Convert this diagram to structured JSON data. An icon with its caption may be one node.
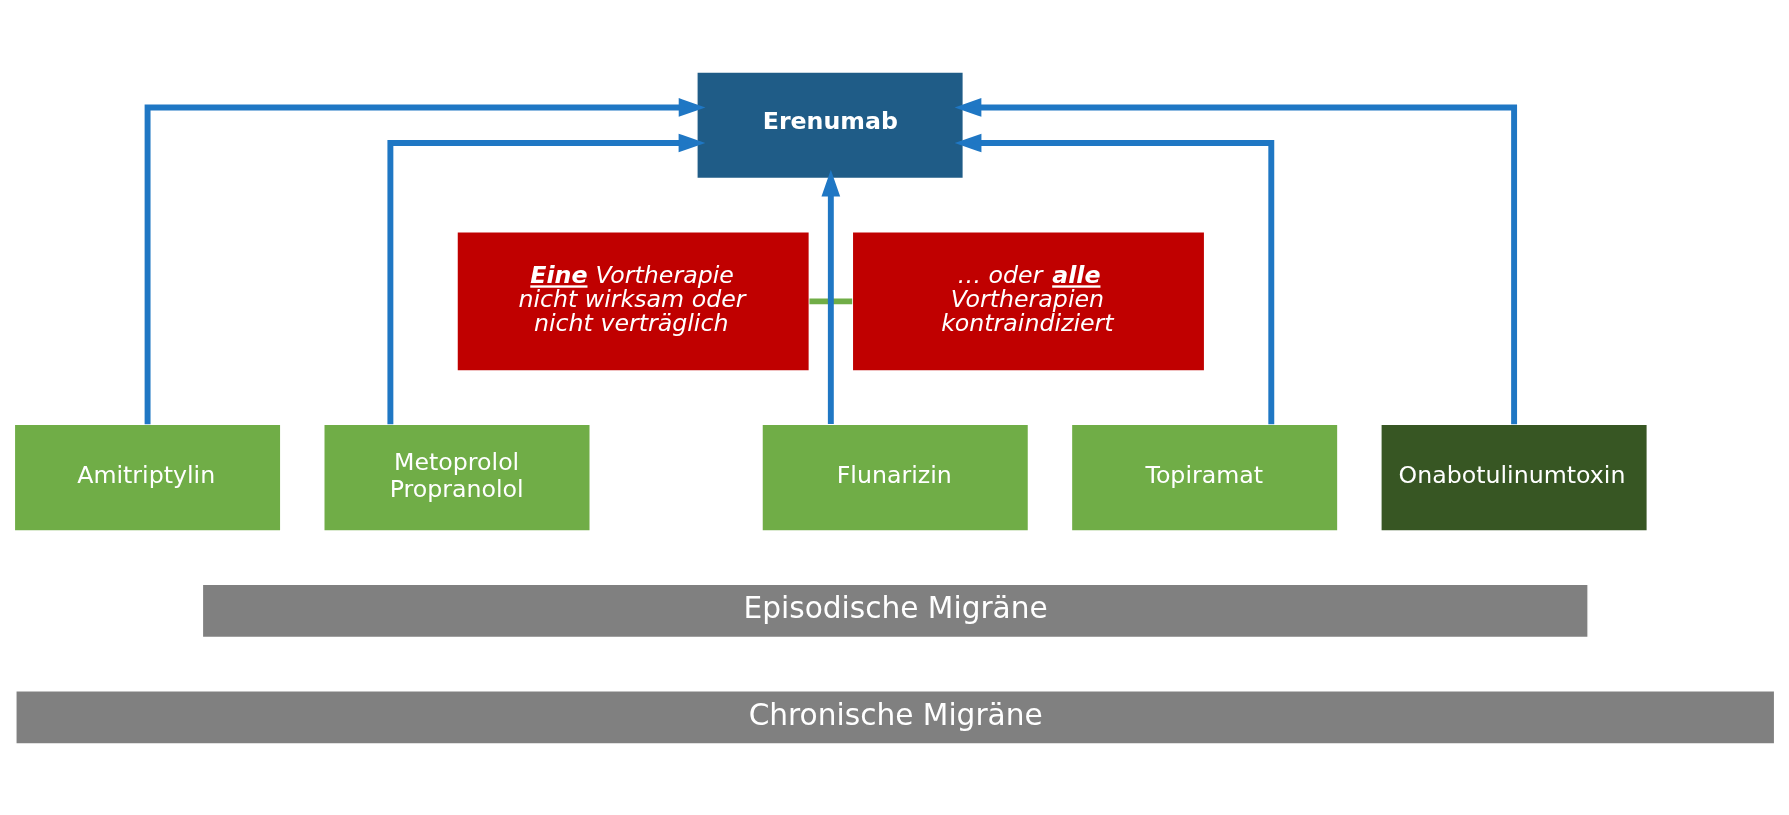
{
  "diagram": {
    "nodes": [
      {
        "text": [
          "Erenumab"
        ]
      },
      {
        "text": [
          "**Eine** Vortherapie nicht wirksam oder nicht verträglich"
        ]
      },
      {
        "text": [
          "… oder **alle** Vortherapien kontraindiziert"
        ]
      },
      {
        "text": [
          "Amitriptylin"
        ]
      },
      {
        "text": [
          "Metoprolol Propranolol"
        ]
      },
      {
        "text": [
          "Flunarizin"
        ]
      },
      {
        "text": [
          "Topiramat"
        ]
      },
      {
        "text": [
          "Onabotulinumtoxin"
        ]
      },
      {
        "text": [
          "Episodische Migräne"
        ]
      },
      {
        "text": [
          "Chronische Migräne"
        ]
      }
    ],
    "edges": [
      {
        "from": 3,
        "to": 0,
        "arrow": "to",
        "color": "#1f77c4"
      },
      {
        "from": 4,
        "to": 0,
        "arrow": "to",
        "color": "#1f77c4"
      },
      {
        "from": 5,
        "to": 0,
        "arrow": "to",
        "color": "#1f77c4"
      },
      {
        "from": 6,
        "to": 0,
        "arrow": "to",
        "color": "#1f77c4"
      },
      {
        "from": 7,
        "to": 0,
        "arrow": "to",
        "color": "#1f77c4"
      },
      {
        "from": 1,
        "to": 2,
        "arrow": "none",
        "color": "#70ad47"
      }
    ]
  }
}
